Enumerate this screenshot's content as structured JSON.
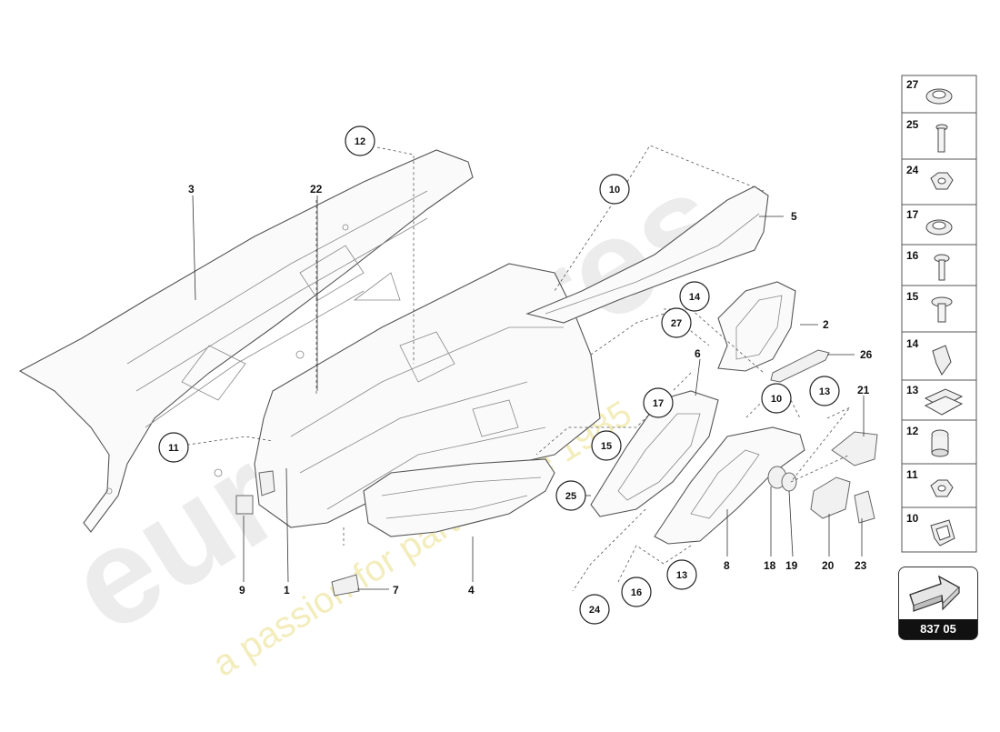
{
  "diagram": {
    "reference_number": "837 05",
    "watermark": {
      "brand": "eurospares",
      "tagline": "a passion for parts since 1985"
    },
    "part_labels": [
      {
        "id": "p3",
        "text": "3"
      },
      {
        "id": "p22",
        "text": "22"
      },
      {
        "id": "p5",
        "text": "5"
      },
      {
        "id": "p2",
        "text": "2"
      },
      {
        "id": "p26",
        "text": "26"
      },
      {
        "id": "p6",
        "text": "6"
      },
      {
        "id": "p21",
        "text": "21"
      },
      {
        "id": "p9",
        "text": "9"
      },
      {
        "id": "p1",
        "text": "1"
      },
      {
        "id": "p7",
        "text": "7"
      },
      {
        "id": "p4",
        "text": "4"
      },
      {
        "id": "p8",
        "text": "8"
      },
      {
        "id": "p18",
        "text": "18"
      },
      {
        "id": "p19",
        "text": "19"
      },
      {
        "id": "p20",
        "text": "20"
      },
      {
        "id": "p23",
        "text": "23"
      }
    ],
    "callouts": [
      {
        "id": "c12",
        "text": "12"
      },
      {
        "id": "c10a",
        "text": "10"
      },
      {
        "id": "c14",
        "text": "14"
      },
      {
        "id": "c27",
        "text": "27"
      },
      {
        "id": "c17",
        "text": "17"
      },
      {
        "id": "c10b",
        "text": "10"
      },
      {
        "id": "c13a",
        "text": "13"
      },
      {
        "id": "c11",
        "text": "11"
      },
      {
        "id": "c15",
        "text": "15"
      },
      {
        "id": "c25",
        "text": "25"
      },
      {
        "id": "c13b",
        "text": "13"
      },
      {
        "id": "c16",
        "text": "16"
      },
      {
        "id": "c24",
        "text": "24"
      }
    ],
    "fastener_panel": [
      {
        "number": "27",
        "icon": "clip-nut-icon"
      },
      {
        "number": "25",
        "icon": "bolt-icon"
      },
      {
        "number": "24",
        "icon": "hex-nut-icon"
      },
      {
        "number": "17",
        "icon": "clip-nut-icon"
      },
      {
        "number": "16",
        "icon": "screw-icon"
      },
      {
        "number": "15",
        "icon": "collar-screw-icon"
      },
      {
        "number": "14",
        "icon": "spring-clip-icon"
      },
      {
        "number": "13",
        "icon": "retainer-clip-icon"
      },
      {
        "number": "12",
        "icon": "expansion-nut-icon"
      },
      {
        "number": "11",
        "icon": "hex-nut-icon"
      },
      {
        "number": "10",
        "icon": "u-clip-icon"
      }
    ]
  }
}
